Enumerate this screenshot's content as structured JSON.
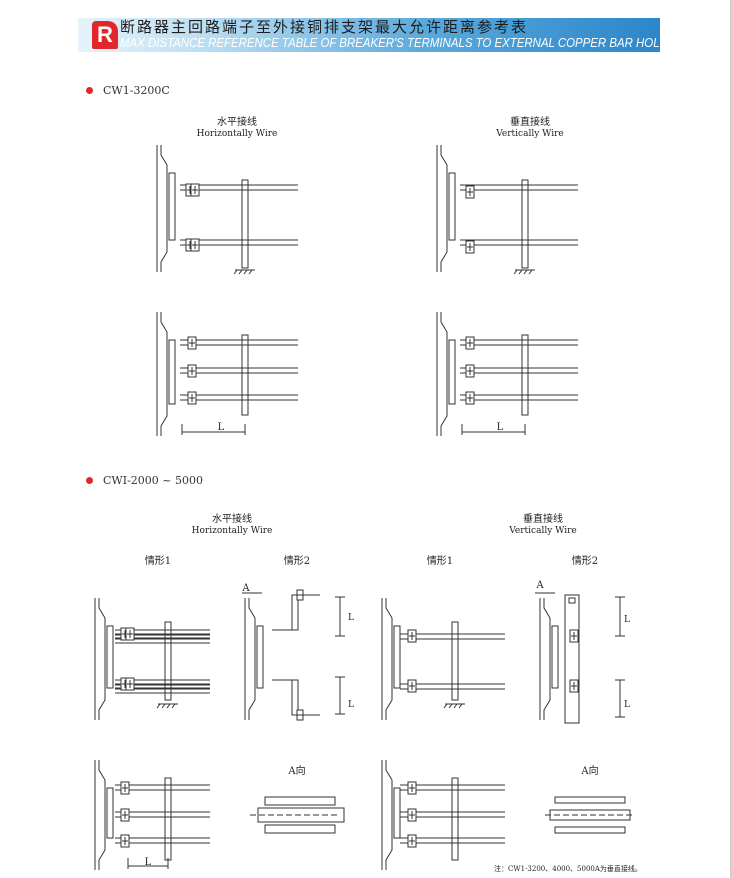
{
  "header": {
    "logo": "R",
    "title_cn": "断路器主回路端子至外接铜排支架最大允许距离参考表",
    "title_en": "MAX DISTANCE REFERENCE TABLE OF BREAKER'S TERMINALS TO EXTERNAL COPPER BAR HOLDER",
    "colors": {
      "accent": "#e3262b",
      "banner": "#2b86c9"
    }
  },
  "section1": {
    "label": "CW1-3200C",
    "horizontal_cn": "水平接线",
    "horizontal_en": "Horizontally Wire",
    "vertical_cn": "垂直接线",
    "vertical_en": "Vertically Wire",
    "dim_left": "L",
    "dim_right": "L"
  },
  "section2": {
    "label": "CWI-2000 ~ 5000",
    "horizontal_cn": "水平接线",
    "horizontal_en": "Horizontally Wire",
    "vertical_cn": "垂直接线",
    "vertical_en": "Vertically Wire",
    "case1_h": "情形1",
    "case2_h": "情形2",
    "case1_v": "情形1",
    "case2_v": "情形2",
    "arrow_a1": "A",
    "arrow_a2": "A",
    "view_a1": "A向",
    "view_a2": "A向",
    "dim_l": [
      "L",
      "L",
      "L",
      "L",
      "L"
    ],
    "note": "注：CW1-3200、4000、5000A为垂直接线。"
  }
}
